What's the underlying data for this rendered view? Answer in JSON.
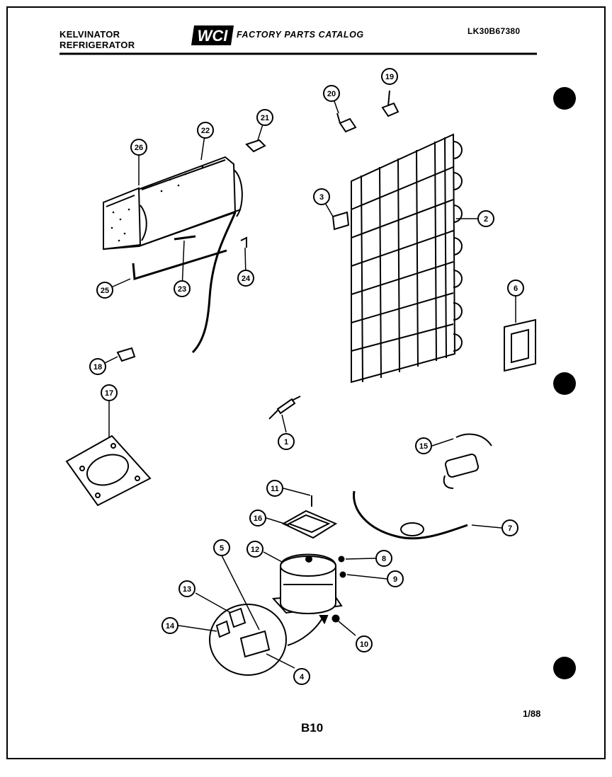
{
  "header": {
    "brand_line1": "KELVINATOR",
    "brand_line2": "REFRIGERATOR",
    "logo_text": "WCI",
    "catalog_title": "FACTORY PARTS CATALOG",
    "catalog_id": "LK30B67380"
  },
  "footer": {
    "page_code": "B10",
    "date_code": "1/88"
  },
  "callouts": [
    "26",
    "22",
    "21",
    "20",
    "19",
    "3",
    "2",
    "25",
    "23",
    "24",
    "6",
    "18",
    "17",
    "1",
    "15",
    "11",
    "16",
    "7",
    "5",
    "12",
    "8",
    "9",
    "13",
    "14",
    "10",
    "4"
  ],
  "colors": {
    "ink": "#000000",
    "paper": "#ffffff"
  }
}
